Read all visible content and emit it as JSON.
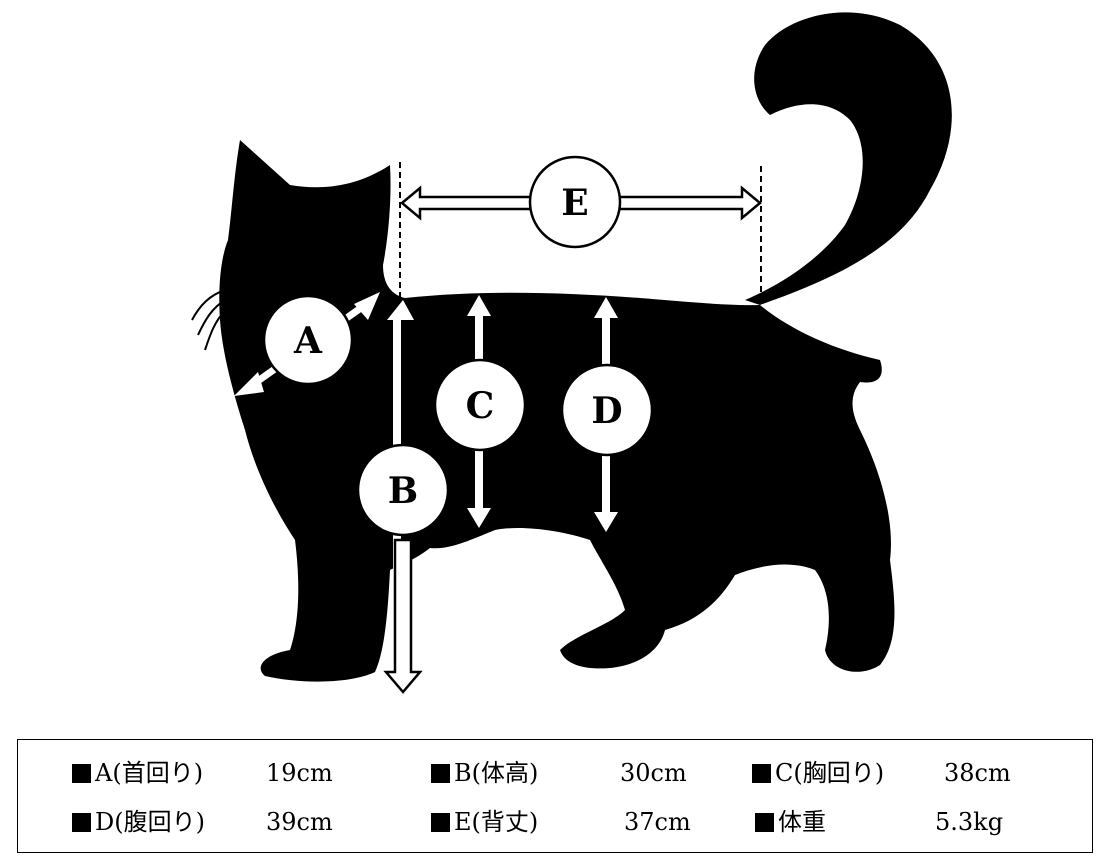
{
  "labels": {
    "a": "A",
    "b": "B",
    "c": "C",
    "d": "D",
    "e": "E"
  },
  "measurements": [
    {
      "name": "A(首回り)",
      "value": "19cm"
    },
    {
      "name": "B(体高)",
      "value": "30cm"
    },
    {
      "name": "C(胸回り)",
      "value": "38cm"
    },
    {
      "name": "D(腹回り)",
      "value": "39cm"
    },
    {
      "name": "E(背丈)",
      "value": "37cm"
    },
    {
      "name": "体重",
      "value": "5.3kg"
    }
  ],
  "colors": {
    "silhouette": "#000000",
    "background": "#ffffff",
    "arrow": "#ffffff"
  }
}
